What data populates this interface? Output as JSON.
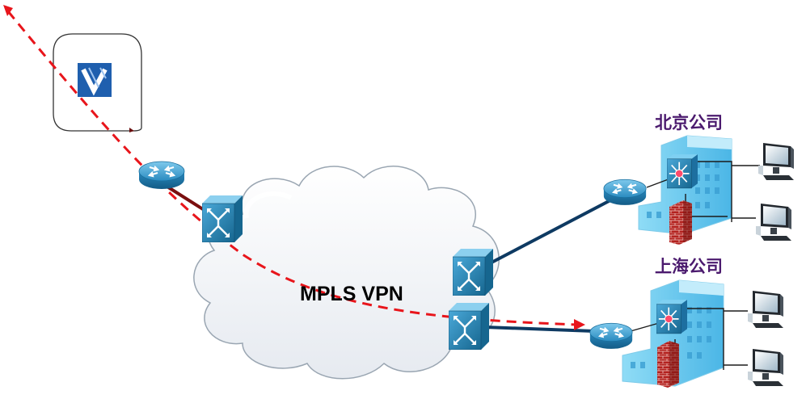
{
  "labels": {
    "cloud": "MPLS VPN",
    "site_beijing": "北京公司",
    "site_shanghai": "上海公司"
  },
  "colors": {
    "traffic_path": "#e8151b",
    "wan_link": "#0e3a62",
    "access_link": "#7a0f0f",
    "label_text": "#4b1a6e",
    "device_blue": "#2a8bc0",
    "building_blue": "#6fcdf0",
    "firewall_red": "#b3221f",
    "logo_blue": "#1f5fae"
  },
  "icons": {
    "logo": "vpn-provider-logo-icon",
    "router": "router-icon",
    "switch": "atm-switch-icon",
    "l3_switch": "layer3-switch-icon",
    "firewall": "firewall-icon",
    "monitor": "monitor-icon",
    "building": "office-building-icon"
  }
}
